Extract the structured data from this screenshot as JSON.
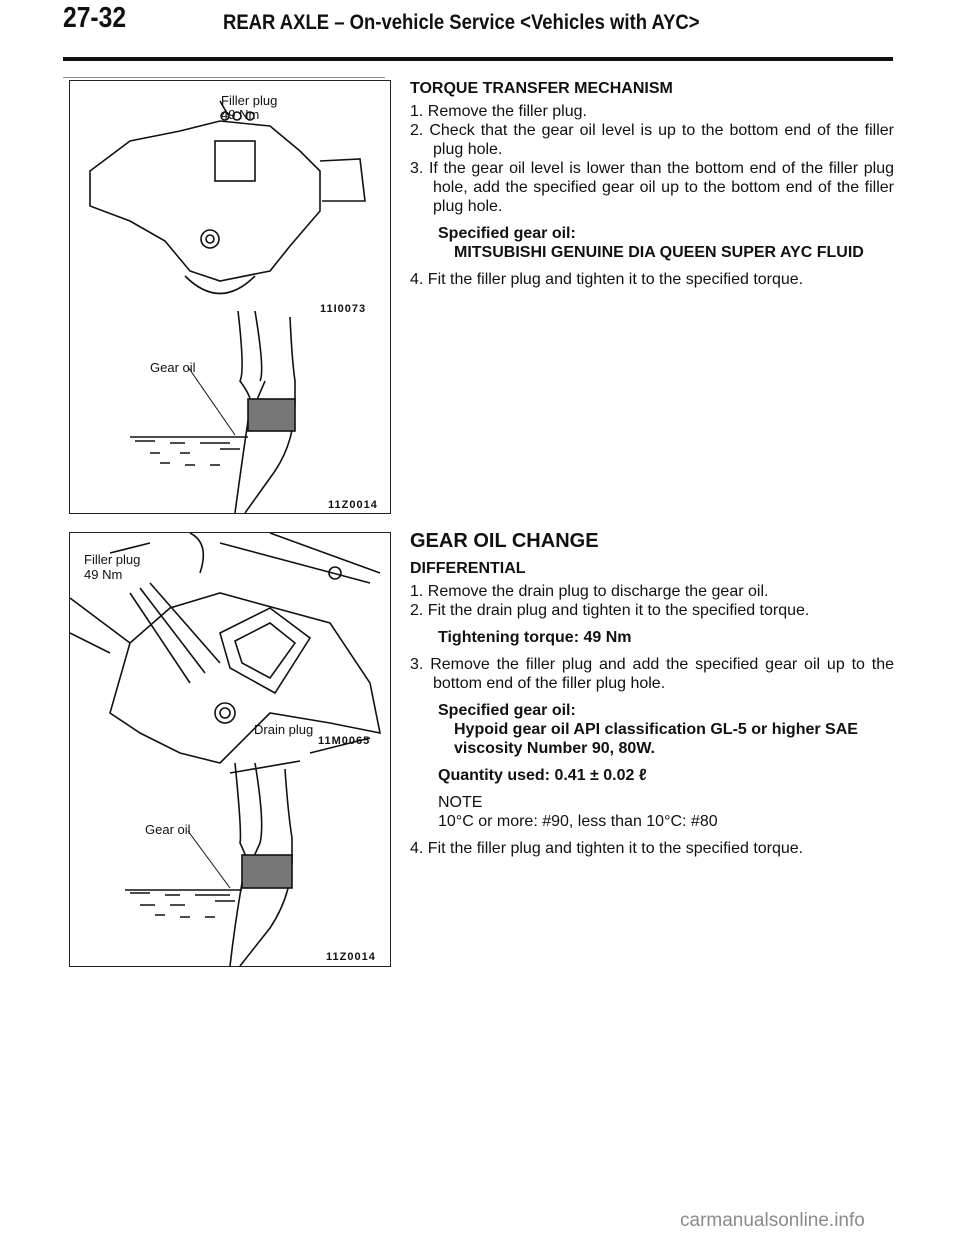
{
  "header": {
    "page_number": "27-32",
    "title": "REAR AXLE – On-vehicle Service <Vehicles with AYC>"
  },
  "figure1": {
    "label_filler": "Filler plug",
    "label_torque": "49 Nm",
    "code_top": "11I0073",
    "label_gear_oil": "Gear oil",
    "code_bottom": "11Z0014"
  },
  "figure2": {
    "label_filler": "Filler plug",
    "label_torque": "49 Nm",
    "label_drain": "Drain plug",
    "code_top": "11M0065",
    "label_gear_oil": "Gear oil",
    "code_bottom": "11Z0014"
  },
  "section1": {
    "heading": "TORQUE TRANSFER MECHANISM",
    "steps": [
      "1. Remove the filler plug.",
      "2. Check that the gear oil level is up to the bottom end of the filler plug hole.",
      "3. If the gear oil level is lower than the bottom end of the filler plug hole, add the specified gear oil up to the bottom end of the filler plug hole.",
      "4. Fit the filler plug and tighten it to the specified torque."
    ],
    "spec_label": "Specified gear oil:",
    "spec_value": "MITSUBISHI GENUINE DIA QUEEN SUPER AYC FLUID"
  },
  "section2": {
    "heading": "GEAR OIL CHANGE",
    "subheading": "DIFFERENTIAL",
    "steps": [
      "1. Remove the drain plug to discharge the gear oil.",
      "2. Fit the drain plug and tighten it to the specified torque.",
      "3. Remove the filler plug and add the specified gear oil up to the bottom end of the filler plug hole.",
      "4. Fit the filler plug and tighten it to the specified torque."
    ],
    "torque": "Tightening torque: 49 Nm",
    "spec_label": "Specified gear oil:",
    "spec_value": "Hypoid gear oil API classification GL-5 or higher SAE viscosity Number 90, 80W.",
    "quantity": "Quantity used: 0.41 ± 0.02 ℓ",
    "note_label": "NOTE",
    "note_text": "10°C or more: #90, less than 10°C: #80"
  },
  "watermark": "carmanualsonline.info"
}
